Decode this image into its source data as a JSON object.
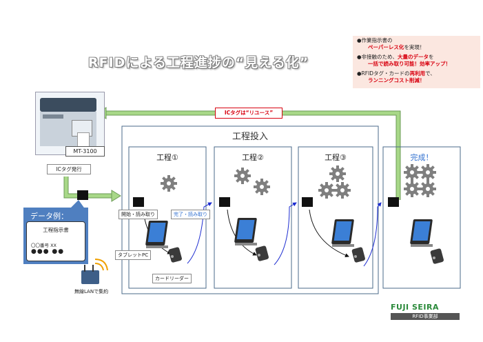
{
  "title": "RFIDによる工程進捗の“見える化”",
  "bullets": [
    {
      "parts": [
        {
          "t": "●作業指示書の",
          "red": false
        }
      ]
    },
    {
      "parts": [
        {
          "t": "ペーパーレス化",
          "red": true
        },
        {
          "t": "を実現！",
          "red": false
        }
      ]
    },
    {
      "parts": [
        {
          "t": "●非接触のため、",
          "red": false
        },
        {
          "t": "大量のデータ",
          "red": true
        },
        {
          "t": "を",
          "red": false
        }
      ]
    },
    {
      "parts": [
        {
          "t": "一括で読み取り可能！効率アップ！",
          "red": true
        }
      ]
    },
    {
      "parts": [
        {
          "t": "●RFIDタグ・カードの",
          "red": false
        },
        {
          "t": "再利用",
          "red": true
        },
        {
          "t": "で、",
          "red": false
        }
      ]
    },
    {
      "parts": [
        {
          "t": "ランニングコスト削減！",
          "red": true
        }
      ]
    }
  ],
  "printer_label": "MT-3100",
  "reuse_label": "ICタグは“リユース”",
  "issue_label": "ICタグ発行",
  "main_frame_title": "工程投入",
  "processes": [
    {
      "title": "工程①"
    },
    {
      "title": "工程②"
    },
    {
      "title": "工程③"
    },
    {
      "title": "完成！"
    }
  ],
  "data_example": {
    "heading": "データ例：",
    "doc_title": "工程指示書",
    "doc_number": "〇〇番号 XX"
  },
  "start_read_label": "開始・読み取り",
  "complete_read_label": "完了・読み取り",
  "tablet_label": "タブレットPC",
  "reader_label": "カードリーダー",
  "wifi_label": "無線LANで集約",
  "logo": {
    "name": "FUJI SEIRA",
    "sub": "RFID事業部"
  },
  "colors": {
    "arrow_green": "#8fc870",
    "frame_blue": "#4a6a8a",
    "title_accent": "#2f6fd0",
    "red": "#d8000f",
    "logo_green": "#2a8a3a"
  }
}
